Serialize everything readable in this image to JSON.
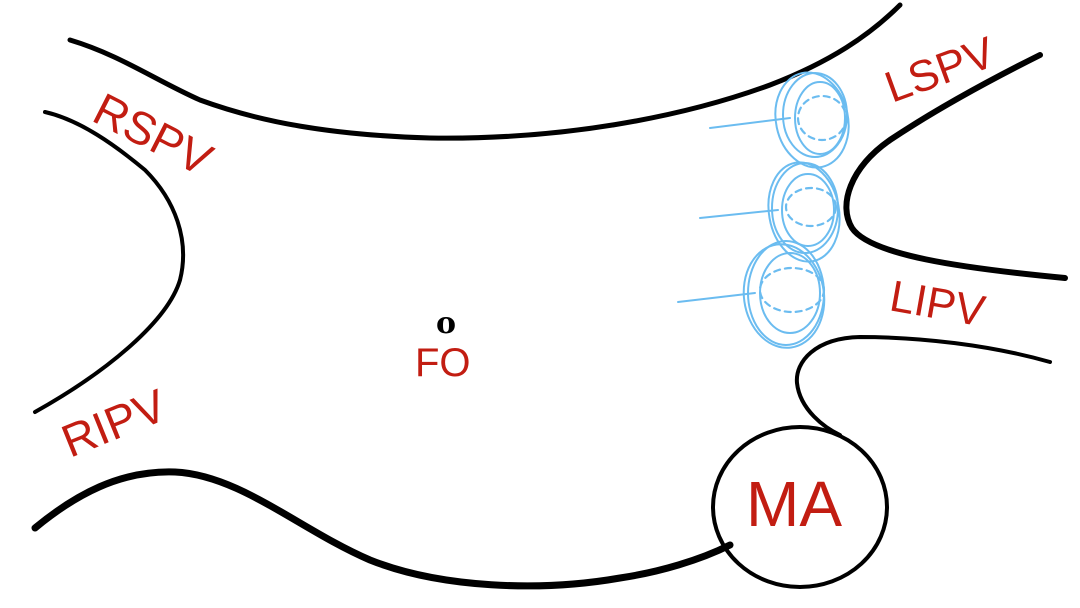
{
  "labels": {
    "rspv": "RSPV",
    "ripv": "RIPV",
    "lspv": "LSPV",
    "lipv": "LIPV",
    "fo": "FO",
    "fo_mark": "o",
    "ma": "MA"
  },
  "colors": {
    "label": "#c21d12",
    "outline": "#000000",
    "catheter": "#6bbcf0",
    "background": "#ffffff"
  }
}
